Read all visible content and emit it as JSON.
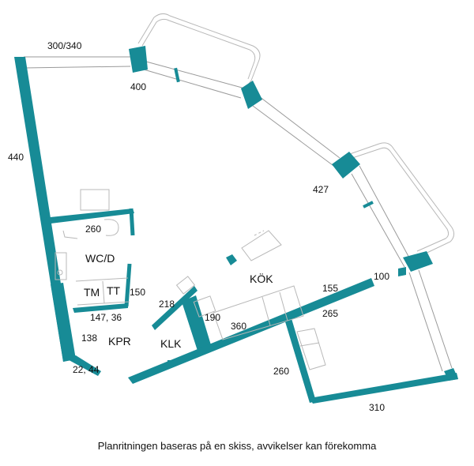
{
  "rooms": {
    "wc": "WC/D",
    "tm": "TM",
    "tt": "TT",
    "kpr": "KPR",
    "klk": "KLK",
    "kok": "KÖK"
  },
  "dimensions": {
    "d300_340": "300/340",
    "d400": "400",
    "d440": "440",
    "d427": "427",
    "d260a": "260",
    "d150": "150",
    "d147_36": "147, 36",
    "d138": "138",
    "d22_44": "22, 44",
    "d218": "218",
    "d190": "190",
    "d360": "360",
    "d155": "155",
    "d100": "100",
    "d265": "265",
    "d260b": "260",
    "d310": "310"
  },
  "caption": "Planritningen baseras på en skiss, avvikelser kan förekomma"
}
